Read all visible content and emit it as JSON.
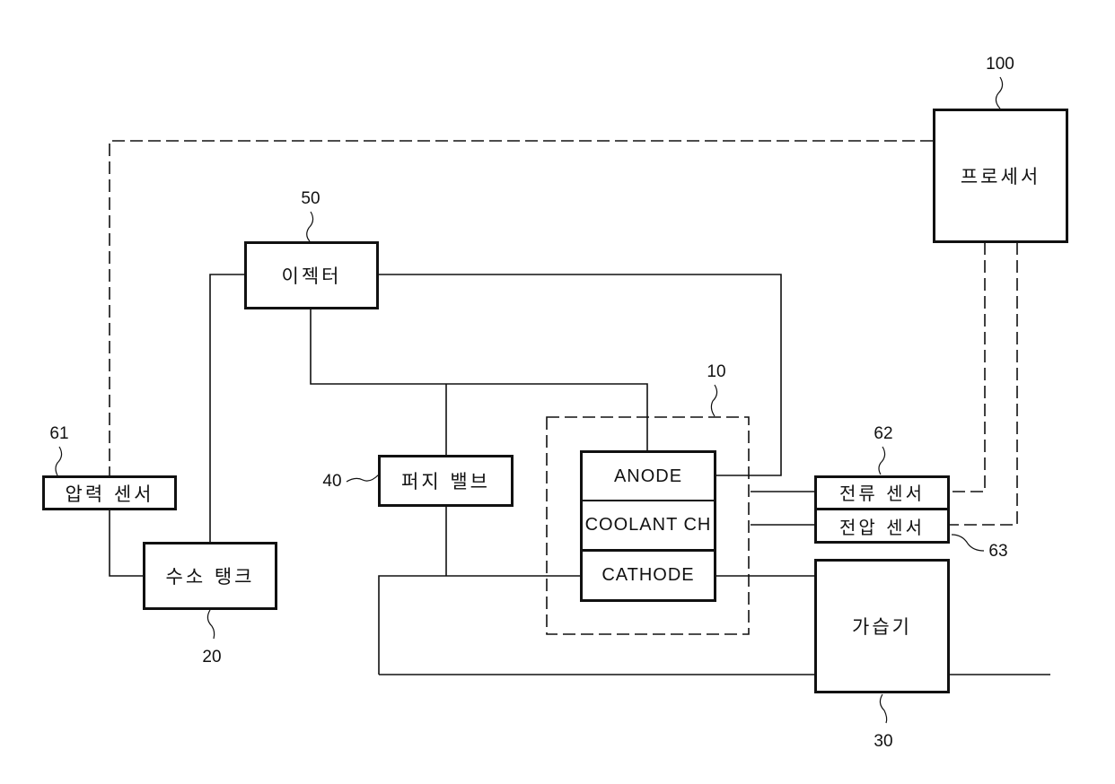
{
  "diagram": {
    "title": "",
    "components": {
      "processor": {
        "label": "프로세서",
        "ref": "100"
      },
      "ejector": {
        "label": "이젝터",
        "ref": "50"
      },
      "pressure_sensor": {
        "label": "압력 센서",
        "ref": "61"
      },
      "hydrogen_tank": {
        "label": "수소 탱크",
        "ref": "20"
      },
      "purge_valve": {
        "label": "퍼지 밸브",
        "ref": "40"
      },
      "fuel_cell_stack": {
        "ref": "10",
        "layers": [
          "ANODE",
          "COOLANT CH",
          "CATHODE"
        ]
      },
      "current_sensor": {
        "label": "전류 센서",
        "ref": "62"
      },
      "voltage_sensor": {
        "label": "전압 센서",
        "ref": "63"
      },
      "humidifier": {
        "label": "가습기",
        "ref": "30"
      }
    },
    "connections": [
      {
        "from": "processor",
        "to": "pressure_sensor",
        "style": "dashed",
        "kind": "signal"
      },
      {
        "from": "processor",
        "to": "current_sensor",
        "style": "dashed",
        "kind": "signal"
      },
      {
        "from": "processor",
        "to": "voltage_sensor",
        "style": "dashed",
        "kind": "signal"
      },
      {
        "from": "pressure_sensor",
        "to": "hydrogen_tank",
        "style": "solid",
        "kind": "pipe"
      },
      {
        "from": "hydrogen_tank",
        "to": "ejector",
        "style": "solid",
        "kind": "pipe"
      },
      {
        "from": "ejector",
        "to": "anode",
        "style": "solid",
        "kind": "pipe"
      },
      {
        "from": "anode",
        "to": "ejector",
        "style": "solid",
        "kind": "recirculation"
      },
      {
        "from": "ejector-anode line",
        "to": "purge_valve",
        "style": "solid",
        "kind": "pipe"
      },
      {
        "from": "purge_valve",
        "to": "cathode line",
        "style": "solid",
        "kind": "pipe"
      },
      {
        "from": "humidifier",
        "to": "cathode",
        "style": "solid",
        "kind": "pipe"
      },
      {
        "from": "stack",
        "to": "current_sensor",
        "style": "solid",
        "kind": "electrical"
      },
      {
        "from": "stack",
        "to": "voltage_sensor",
        "style": "solid",
        "kind": "electrical"
      }
    ]
  }
}
